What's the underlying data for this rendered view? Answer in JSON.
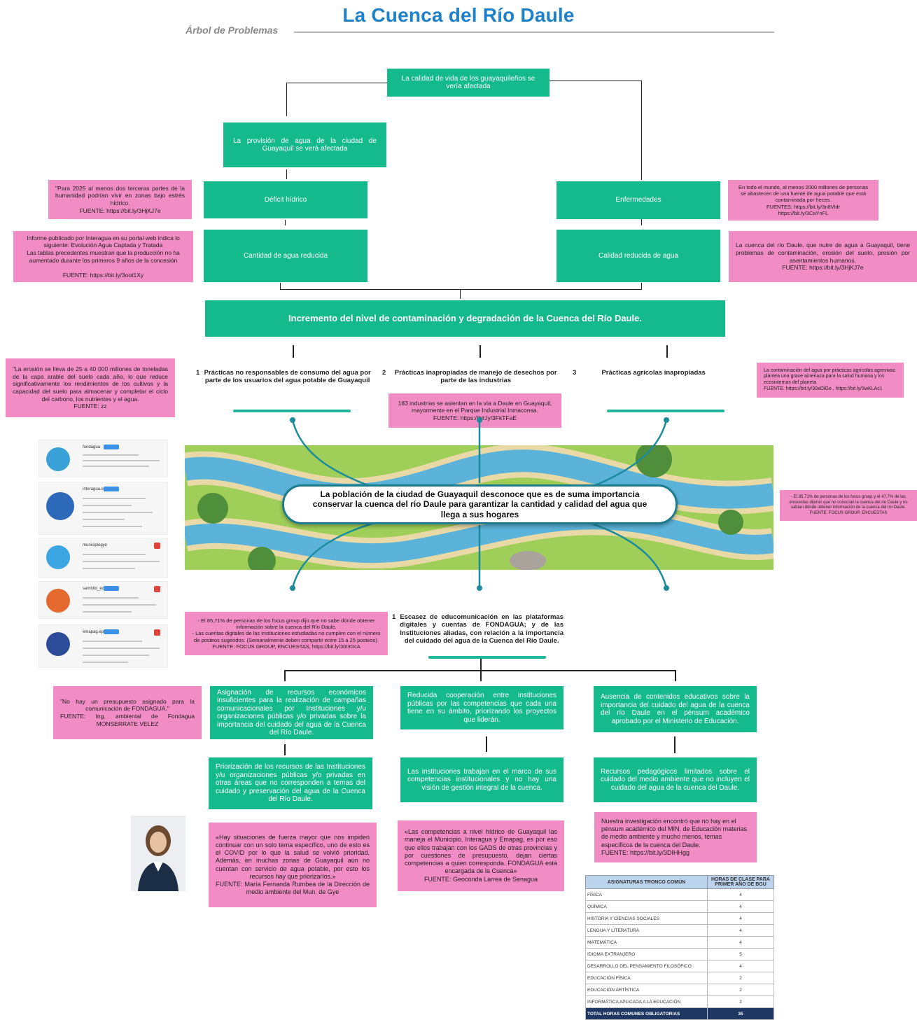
{
  "header": {
    "title": "La Cuenca del Río Daule",
    "subtitle": "Árbol de Problemas"
  },
  "effects": {
    "top": "La calidad de vida de los guayaquileños se vería afectada",
    "provision": "La provisión de agua de la ciudad de Guayaquil se verá afectada",
    "deficit": "Déficit hídrico",
    "enfermedades": "Enfermedades",
    "cantidad": "Cantidad de agua reducida",
    "calidad": "Calidad reducida de agua"
  },
  "effect_notes": {
    "estres": "\"Para 2025 al menos dos terceras partes de la humanidad podrían vivir en zonas bajo estrés hídrico.\nFUENTE: https://bit.ly/3HjKJ7e",
    "interagua": "Informe publicado por Interagua en su portal web indica lo siguiente: Evolución Agua Captada y Tratada\nLas tablas precedentes muestran que la producción no ha aumentado durante los primeros 9 años de la concesión\n\nFUENTE: https://bit.ly/3oot1Xy",
    "heces": "En todo el mundo, al menos 2000 millones de personas se abastecen de una fuente de agua potable que está contaminada por heces.\nFUENTES: https://bit.ly/3n8Vldr\nhttps://bit.ly/3CaYnFL",
    "contaminacion": "La cuenca del río Daule, que nutre de agua a Guayaquil, tiene problemas de contaminación, erosión del suelo, presión por asentamientos humanos.\nFUENTE: https://bit.ly/3HjKJ7e"
  },
  "main_problem": "Incremento del nivel de contaminación y degradación de la Cuenca del Río Daule.",
  "causes": [
    {
      "num": "1",
      "text": "Prácticas no responsables de consumo del agua por parte de los usuarios del agua potable de Guayaquil"
    },
    {
      "num": "2",
      "text": "Prácticas inapropiadas de manejo de desechos por parte de las industrias"
    },
    {
      "num": "3",
      "text": "Prácticas agrícolas inapropiadas"
    }
  ],
  "cause_notes": {
    "erosion": "\"La erosión se lleva de 25 a 40 000 millones de toneladas de la capa arable del suelo cada año, lo que reduce significativamente los rendimientos de los cultivos y la capacidad del suelo para almacenar y completar el ciclo del carbono, los nutrientes y el agua.\nFUENTE: zz",
    "industrias": "183 industrias se asientan en la vía a Daule en Guayaquil, mayormente en el Parque Industrial Inmaconsa.\nFUENTE: https://bit.ly/3FkTFaE",
    "agricolas": "La contaminación del agua por prácticas agrícolas agresivas plantea una grave amenaza para la salud humana y los ecosistemas del planeta\nFUENTE: https://bit.ly/30xOlGe , https://bit.ly/3wKLAc1"
  },
  "central_problem": "La población de la ciudad de Guayaquil desconoce que es de suma importancia conservar la cuenca del río Daule para garantizar la cantidad y calidad del agua que llega a sus hogares",
  "central_note": "- El 85,71% de personas de los focus group y el 47,7% de las encuestas dijeron que no conocían la cuenca del río Daule y no sabían dónde obtener información de la cuenca del río Daule.\nFUENTE: FOCUS GROUP, ENCUESTAS",
  "profiles": [
    {
      "name": "fondagua",
      "color": "#3aa0d8"
    },
    {
      "name": "interagua.ec",
      "color": "#2c69b8"
    },
    {
      "name": "municipiogye",
      "color": "#3ba6e3"
    },
    {
      "name": "sambito_ec",
      "color": "#e4692f"
    },
    {
      "name": "emapag.ep.gye",
      "color": "#2c4c9a"
    }
  ],
  "lower": {
    "note_focus": "- El 85,71% de personas de los focus group dijo que no sabe dónde obtener información sobre la cuenca del Río Daule.\n- Las cuentas digitales de las instituciones estudiadas no cumplen con el número de posteos sugeridos. (Semanalmente deben compartir entre 15 a 25 posteos).\nFUENTE: FOCUS GROUP, ENCUESTAS, https://bit.ly/30I3DcA",
    "cause_num": "1",
    "cause_text": "Escasez de educomunicación en las plataformas digitales y cuentas de FONDAGUA; y de las Instituciones aliadas, con relación a la importancia del cuidado del agua de la Cuenca del Río Daule.",
    "note_presupuesto": "\"No hay un presupuesto asignado para la comunicación de FONDAGUA.\"\nFUENTE: Ing. ambiental de Fondagua MONSERRATE VELEZ",
    "sub1": "Asignación de recursos económicos insuficientes para la realización de campañas comunicacionales por Instituciones y/u organizaciones públicas y/o privadas sobre la importancia del cuidado del agua de la Cuenca del Río Daule.",
    "sub2": "Reducida cooperación entre instituciones públicas por las competencias que cada una tiene en su ámbito, priorizando los proyectos que liderán.",
    "sub3": "Ausencia de contenidos educativos sobre la importancia del cuidado del agua de la cuenca del río Daule en el pénsum académico aprobado por el Ministerio de Educación.",
    "sub1b": "Priorización de los recursos de las Instituciones y/u organizaciones públicas y/o privadas en otras áreas que no corresponden a temas del cuidado y preservación del agua de la Cuenca del Río Daule.",
    "sub2b": "Las instituciones trabajan en el marco de sus competencias institucionales y no hay una visión de gestión integral de la cuenca.",
    "sub3b": "Recursos pedagógicos limitados sobre el cuidado del medio ambiente que no incluyen el cuidado del agua de la cuenca del Daule.",
    "quote1": "«Hay situaciones de fuerza mayor que nos impiden continuar con un solo tema específico, uno de esto es el COVID por lo que la salud se volvió prioridad. Además, en muchas zonas de Guayaquil aún no cuentan con servicio de agua potable, por esto los recursos hay que priorizarlos.»\nFUENTE: María Fernanda Rumbea de la Dirección de medio ambiente del Mun. de Gye",
    "quote2": "«Las competencias a nivel hídrico de Guayaquil las maneja el Municipio, Interagua y Emapag, es por eso que ellos trabajan con los GADS de otras provincias y por cuestiones de presupuesto, dejan ciertas competencias a quien corresponda. FONDAGUA está encargada de la Cuenca»\nFUENTE: Geoconda Larrea de Senagua",
    "quote3": "Nuestra investigación encontró que no hay en el pénsum académico del MIN. de Educación materias de medio ambiente y mucho menos, temas específicos de la cuenca del Daule.\nFUENTE: https://bit.ly/3DIHHgg"
  },
  "table": {
    "headers": [
      "ASIGNATURAS TRONCO COMÚN",
      "HORAS DE CLASE PARA PRIMER AÑO DE BGU"
    ],
    "rows": [
      [
        "FÍSICA",
        "4"
      ],
      [
        "QUÍMICA",
        "4"
      ],
      [
        "HISTORIA Y CIENCIAS SOCIALES",
        "4"
      ],
      [
        "LENGUA Y LITERATURA",
        "4"
      ],
      [
        "MATEMÁTICA",
        "4"
      ],
      [
        "IDIOMA EXTRANJERO",
        "5"
      ],
      [
        "DESARROLLO DEL PENSAMIENTO FILOSÓFICO",
        "4"
      ],
      [
        "EDUCACIÓN FÍSICA",
        "2"
      ],
      [
        "EDUCACIÓN ARTÍSTICA",
        "2"
      ],
      [
        "INFORMÁTICA APLICADA A LA EDUCACIÓN",
        "2"
      ]
    ],
    "total": [
      "TOTAL HORAS COMUNES OBLIGATORIAS",
      "35"
    ]
  },
  "colors": {
    "teal": "#14b98c",
    "pink": "#f28cc4",
    "title_blue": "#1d82c9",
    "river": "#5bb3d9",
    "grass": "#9fcf58"
  }
}
